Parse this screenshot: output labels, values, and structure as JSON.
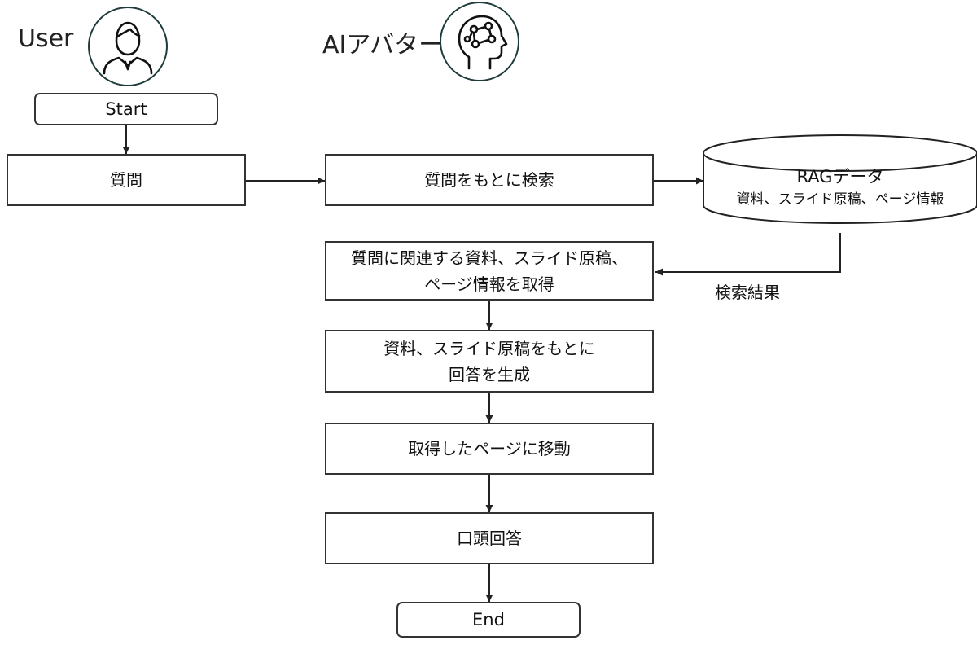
{
  "lanes": {
    "user": {
      "label": "User",
      "icon": "user-icon"
    },
    "ai": {
      "label": "AIアバター",
      "icon": "ai-brain-icon"
    }
  },
  "nodes": {
    "start": "Start",
    "question": "質問",
    "search": "質問をもとに検索",
    "rag_title": "RAGデータ",
    "rag_subtitle": "資料、スライド原稿、ページ情報",
    "retrieve_line1": "質問に関連する資料、スライド原稿、",
    "retrieve_line2": "ページ情報を取得",
    "generate_line1": "資料、スライド原稿をもとに",
    "generate_line2": "回答を生成",
    "move": "取得したページに移動",
    "oral": "口頭回答",
    "end": "End"
  },
  "edges": {
    "search_result": "検索結果"
  }
}
